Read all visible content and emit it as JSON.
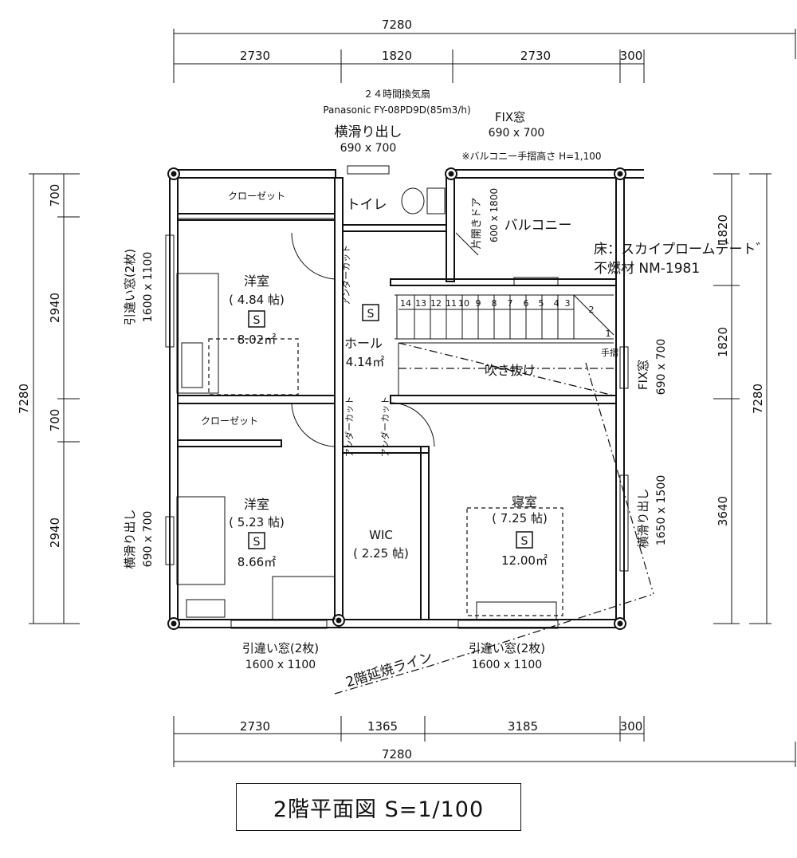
{
  "dimensions": {
    "top_total": "7280",
    "top_segments": [
      "2730",
      "1820",
      "2730",
      "300"
    ],
    "bottom_segments": [
      "2730",
      "1365",
      "3185",
      "300"
    ],
    "bottom_total": "7280",
    "left_total": "7280",
    "left_segments": [
      "700",
      "2940",
      "700",
      "2940"
    ],
    "right_total": "7280",
    "right_segments": [
      "1820",
      "1820",
      "3640"
    ]
  },
  "notes": {
    "fan_title": "２４時間換気扇",
    "fan_model": "Panasonic FY-08PD9D(85m3/h)",
    "fix_window_top_label": "FIX窓",
    "fix_window_top_size": "690 x 700",
    "slide_window_top_label": "横滑り出し",
    "slide_window_top_size": "690 x 700",
    "balcony_rail": "※バルコニー手摺高さ H=1,100",
    "floor_material_1": "床：スカイプロームデート゛",
    "floor_material_2": "不燃材 NM-1981",
    "fire_line": "2階延焼ライン"
  },
  "rooms": {
    "closet_1": "クローゼット",
    "closet_2": "クローゼット",
    "toilet": "トイレ",
    "balcony": "バルコニー",
    "door_balcony": "片開きドア",
    "door_balcony_size": "600 x 1800",
    "west_room_1_name": "洋室",
    "west_room_1_tatami": "( 4.84 帖)",
    "west_room_1_area": "8.02㎡",
    "west_room_2_name": "洋室",
    "west_room_2_tatami": "( 5.23 帖)",
    "west_room_2_area": "8.66㎡",
    "hall_name": "ホール",
    "hall_area": "4.14㎡",
    "wic_name": "WIC",
    "wic_tatami": "( 2.25 帖)",
    "bedroom_name": "寝室",
    "bedroom_tatami": "( 7.25 帖)",
    "bedroom_area": "12.00㎡",
    "void": "吹き抜け",
    "handrail": "手摺",
    "undercut": "アンダーカット",
    "s_mark": "S",
    "stair_numbers": [
      "14",
      "13",
      "12",
      "11",
      "10",
      "9",
      "8",
      "7",
      "6",
      "5",
      "4",
      "3"
    ],
    "stair_2": "2",
    "stair_1": "1"
  },
  "windows": {
    "left_top_label": "引違い窓(2枚)",
    "left_top_size": "1600 x 1100",
    "left_bottom_label": "横滑り出し",
    "left_bottom_size": "690 x 700",
    "bottom_left_label": "引違い窓(2枚)",
    "bottom_left_size": "1600 x 1100",
    "bottom_right_label": "引違い窓(2枚)",
    "bottom_right_size": "1600 x 1100",
    "right_fix_label": "FIX窓",
    "right_fix_size": "690 x 700",
    "right_slide_label": "横滑り出し",
    "right_slide_size": "1650 x 1500"
  },
  "title": "2階平面図 S=1/100"
}
